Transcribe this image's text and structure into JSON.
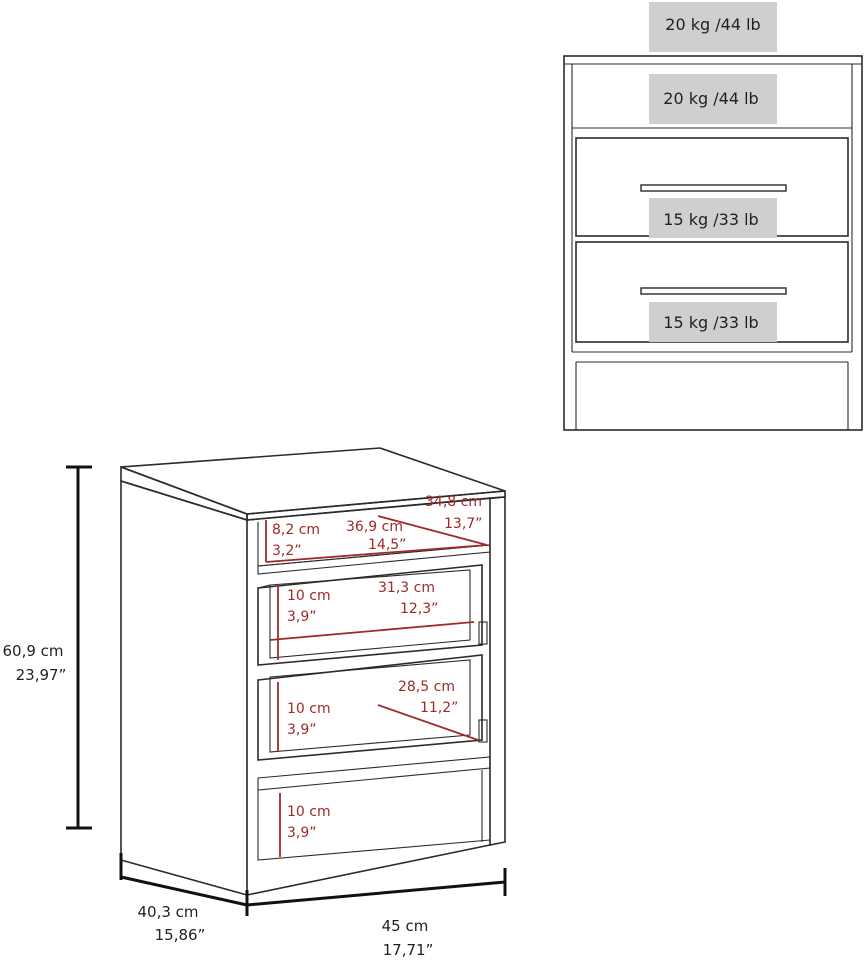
{
  "front_view": {
    "load_top": "20 kg /44 lb",
    "load_shelf": "20 kg /44 lb",
    "load_drawer_1": "15 kg /33 lb",
    "load_drawer_2": "15 kg /33 lb"
  },
  "overall": {
    "height_cm": "60,9 cm",
    "height_in": "23,97”",
    "depth_cm": "40,3 cm",
    "depth_in": "15,86”",
    "width_cm": "45 cm",
    "width_in": "17,71”"
  },
  "shelf": {
    "height_cm": "8,2 cm",
    "height_in": "3,2”",
    "width_cm": "36,9 cm",
    "width_in": "14,5”",
    "depth_cm": "34,8 cm",
    "depth_in": "13,7”"
  },
  "drawer_1": {
    "height_cm": "10 cm",
    "height_in": "3,9”",
    "width_cm": "31,3 cm",
    "width_in": "12,3”"
  },
  "drawer_2": {
    "height_cm": "10 cm",
    "height_in": "3,9”",
    "depth_cm": "28,5 cm",
    "depth_in": "11,2”"
  },
  "bottom": {
    "height_cm": "10 cm",
    "height_in": "3,9”"
  },
  "colors": {
    "outline": "#2b2b2b",
    "dimension_red": "#a02a2a",
    "badge_gray": "#cfcfcf"
  }
}
